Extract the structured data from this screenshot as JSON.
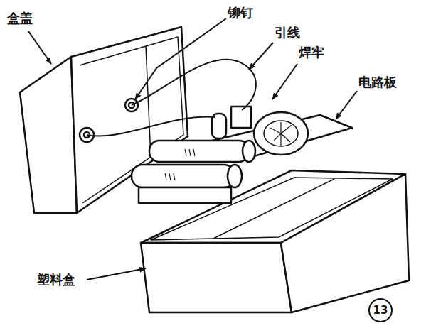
{
  "diagram": {
    "labels": [
      "盒盖",
      "铆钉",
      "引线",
      "焊牢",
      "电路板",
      "塑料盒",
      "13"
    ]
  }
}
